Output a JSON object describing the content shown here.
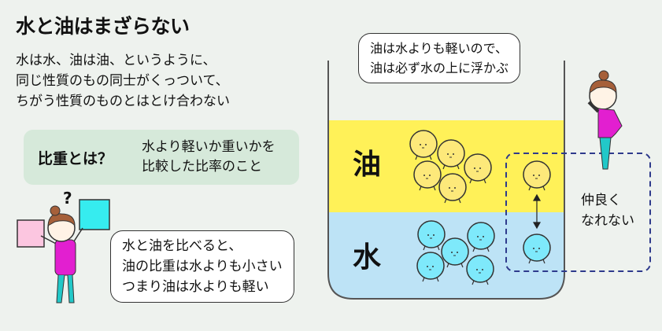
{
  "title": "水と油はまざらない",
  "intro": [
    "水は水、油は油、というように、",
    "同じ性質のもの同士がくっついて、",
    "ちがう性質のものとはとけ合わない"
  ],
  "definition": {
    "term": "比重とは？",
    "text": [
      "水より軽いか重いかを",
      "比較した比率のこと"
    ]
  },
  "bubble_top": [
    "油は水よりも軽いので、",
    "油は必ず水の上に浮かぶ"
  ],
  "bubble_left": [
    "水と油を比べると、",
    "油の比重は水よりも小さい",
    "つまり油は水よりも軽い"
  ],
  "beaker": {
    "oil_label": "油",
    "water_label": "水"
  },
  "callout": [
    "仲良く",
    "なれない"
  ],
  "question_mark": "?",
  "colors": {
    "background": "#eef2ee",
    "oil": "#fff158",
    "water": "#bde3f6",
    "oil_drop": "#fde97a",
    "water_drop": "#7ee9fb",
    "dashed_box": "#2e3a8c",
    "shirt": "#e21fd0",
    "pants": "#22c8c8"
  }
}
